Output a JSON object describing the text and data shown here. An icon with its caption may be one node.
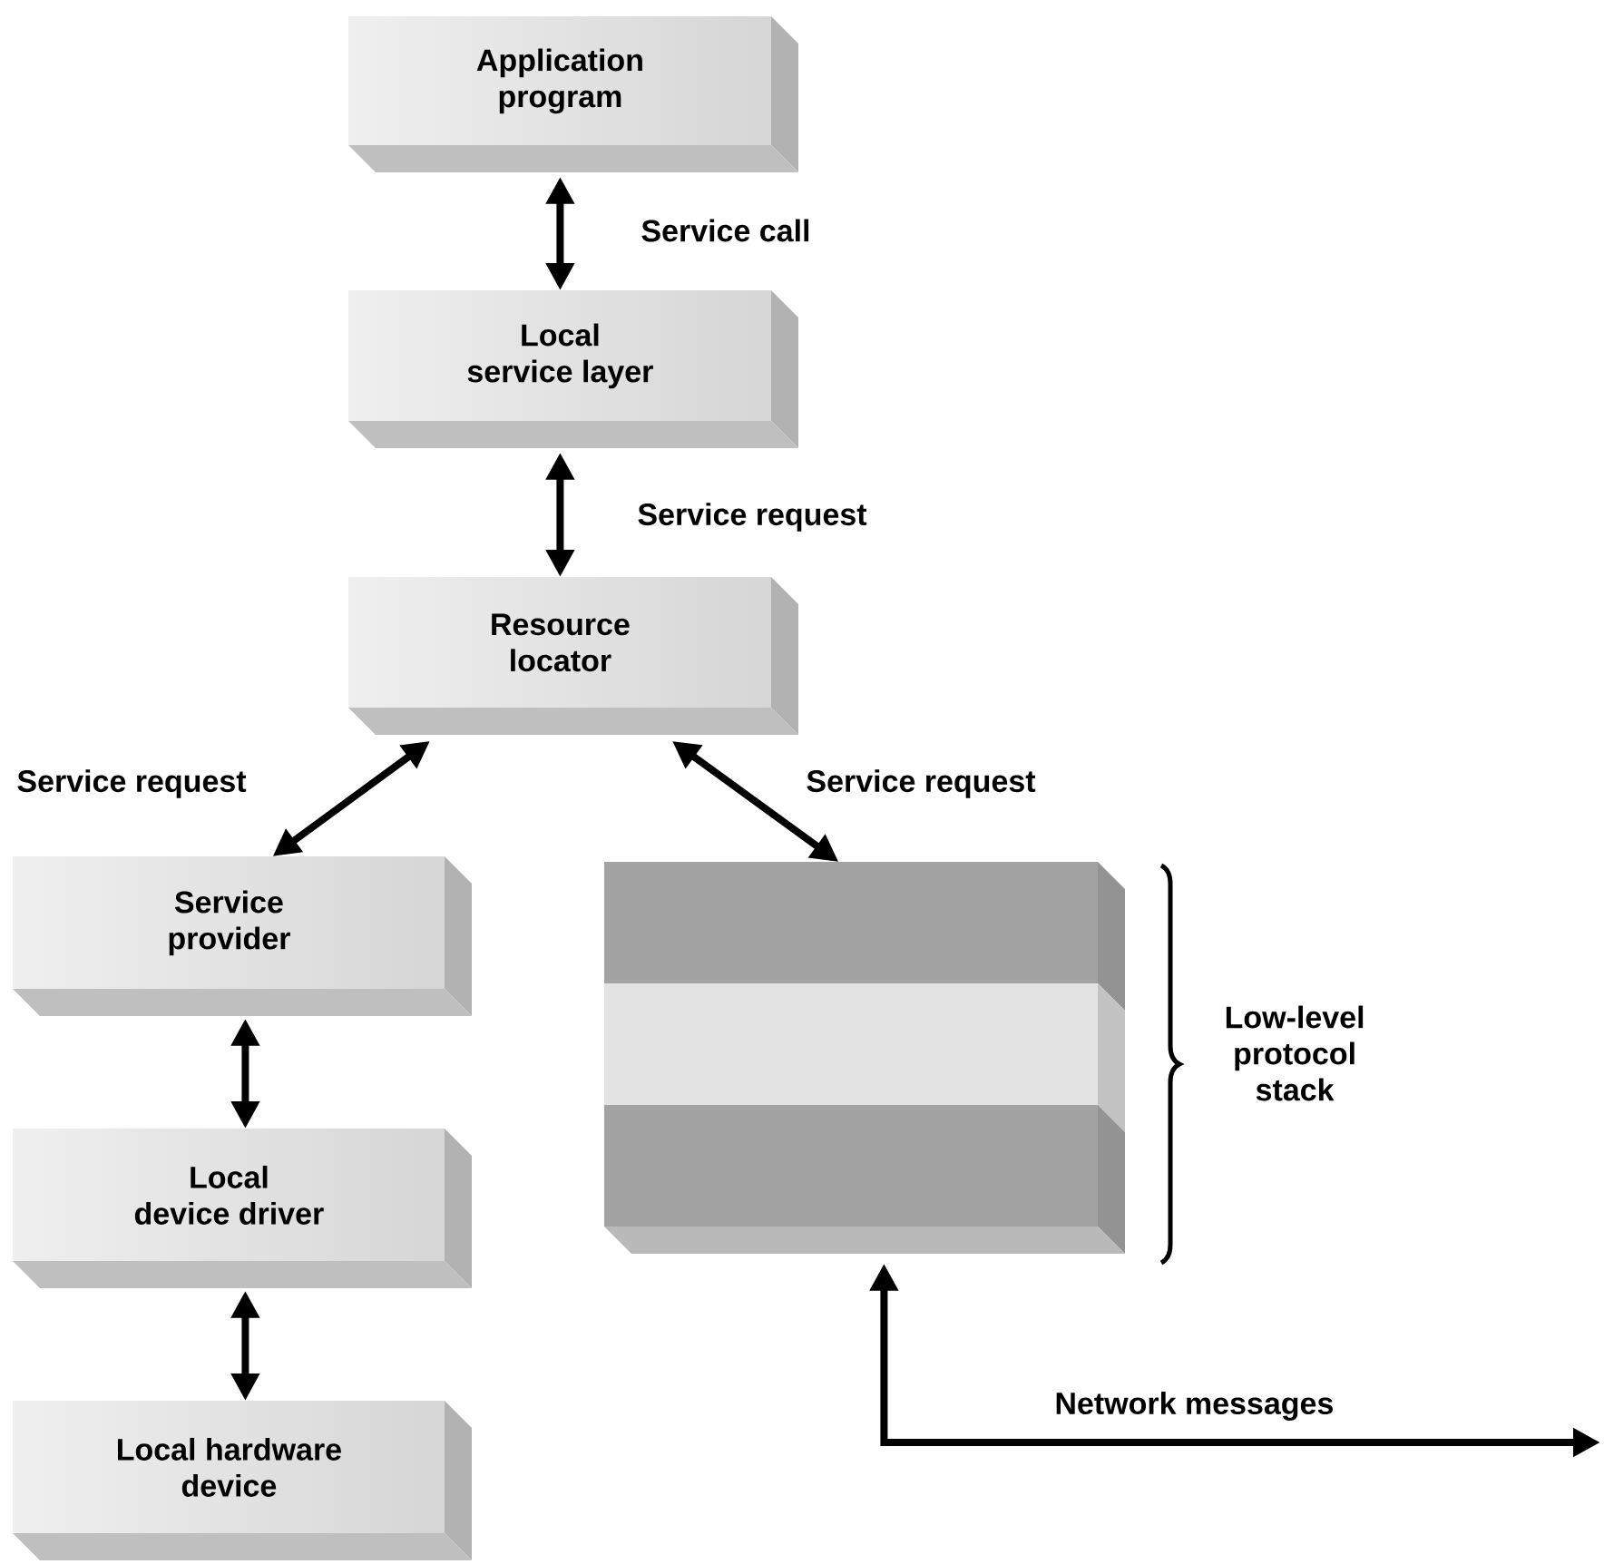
{
  "diagram": {
    "nodes": [
      {
        "text": [
          "Application program"
        ]
      },
      {
        "text": [
          "Local service layer"
        ]
      },
      {
        "text": [
          "Resource locator"
        ]
      },
      {
        "text": [
          "Service provider"
        ]
      },
      {
        "text": [
          "Local device driver"
        ]
      },
      {
        "text": [
          "Local hardware device"
        ]
      },
      {
        "text": [],
        "shape": "box",
        "beside": [
          "Low-level protocol stack"
        ]
      }
    ],
    "edges": [
      {
        "from": 0,
        "to": 1,
        "arrow": "both",
        "label": "Service call"
      },
      {
        "from": 1,
        "to": 2,
        "arrow": "both",
        "label": "Service request"
      },
      {
        "from": 2,
        "to": 3,
        "arrow": "both",
        "label": "Service request"
      },
      {
        "from": 2,
        "to": 6,
        "arrow": "both",
        "label": "Service request"
      },
      {
        "from": 3,
        "to": 4,
        "arrow": "both"
      },
      {
        "from": 4,
        "to": 5,
        "arrow": "both"
      },
      {
        "from": 6,
        "to": null,
        "arrow": "both",
        "label": "Network messages"
      }
    ]
  }
}
